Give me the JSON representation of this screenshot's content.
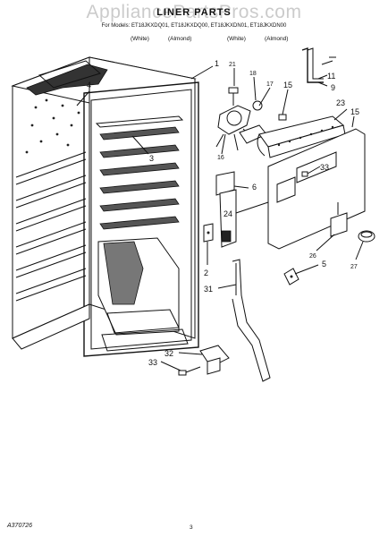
{
  "header": {
    "watermark": "AppliancePartsPros.com",
    "title": "LINER PARTS",
    "models": "For Models: ET18JKXDQ01, ET18JKXDQ00, ET18JKXDN01, ET18JKXDN00",
    "color_wh": "(White)",
    "color_al": "(Almond)"
  },
  "labels": [
    "1",
    "2",
    "3",
    "4",
    "5",
    "6",
    "9",
    "11",
    "15",
    "15",
    "16",
    "17",
    "18",
    "21",
    "23",
    "24",
    "26",
    "27",
    "31",
    "32",
    "33",
    "33"
  ],
  "footer": {
    "drawing_id": "A370726",
    "page": "3"
  },
  "icons": [
    "appliance-liner-exploded-diagram"
  ]
}
